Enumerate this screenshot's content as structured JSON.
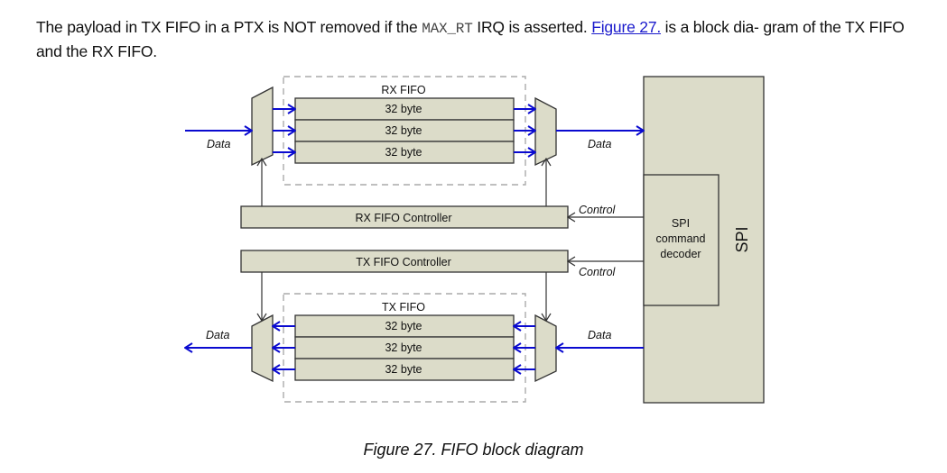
{
  "paragraph": {
    "text_before": "The payload in TX FIFO in a PTX is NOT removed if the ",
    "code": "MAX_RT",
    "text_middle": " IRQ is asserted. ",
    "link": "Figure 27.",
    "text_after": " is a block dia- gram of the TX FIFO and the RX FIFO."
  },
  "diagram": {
    "rx_fifo": {
      "title": "RX FIFO",
      "slots": [
        "32 byte",
        "32 byte",
        "32 byte"
      ]
    },
    "tx_fifo": {
      "title": "TX FIFO",
      "slots": [
        "32 byte",
        "32 byte",
        "32 byte"
      ]
    },
    "rx_controller": "RX FIFO Controller",
    "tx_controller": "TX FIFO Controller",
    "spi_block": "SPI",
    "spi_decoder": [
      "SPI",
      "command",
      "decoder"
    ],
    "labels": {
      "data_rx_in": "Data",
      "data_rx_out": "Data",
      "data_tx_out": "Data",
      "data_tx_in": "Data",
      "control_rx": "Control",
      "control_tx": "Control"
    },
    "colors": {
      "data_line": "#0a0ad0",
      "block_fill": "#dcdcc9"
    }
  },
  "caption": "Figure 27. FIFO block diagram"
}
